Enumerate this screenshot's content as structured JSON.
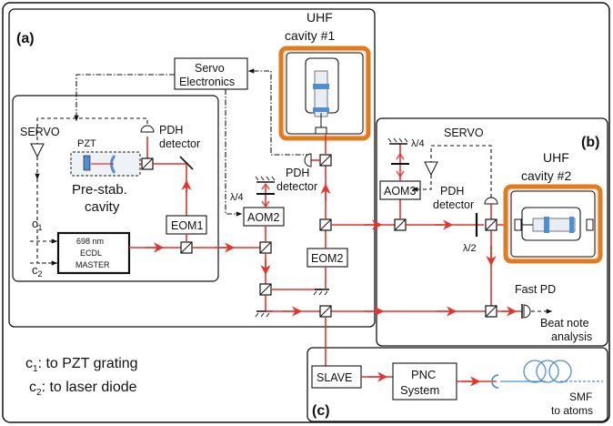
{
  "panels": {
    "a": "(a)",
    "b": "(b)",
    "c": "(c)"
  },
  "uhf1": {
    "line1": "UHF",
    "line2": "cavity #1"
  },
  "uhf2": {
    "line1": "UHF",
    "line2": "cavity #2"
  },
  "servo_electronics": {
    "line1": "Servo",
    "line2": "Electronics"
  },
  "servo_a": "SERVO",
  "servo_b": "SERVO",
  "pzt": "PZT",
  "prestab": {
    "line1": "Pre-stab.",
    "line2": "cavity"
  },
  "pdh_a": {
    "line1": "PDH",
    "line2": "detector"
  },
  "pdh_mid": {
    "line1": "PDH",
    "line2": "detector"
  },
  "pdh_b": {
    "line1": "PDH",
    "line2": "detector"
  },
  "eom1": "EOM1",
  "eom2": "EOM2",
  "aom2": "AOM2",
  "aom3": "AOM3",
  "lambda4_a": "λ/4",
  "lambda4_b": "λ/4",
  "lambda2": "λ/2",
  "c1_label": "c",
  "c1_sub": "1",
  "c2_label": "c",
  "c2_sub": "2",
  "ecdl": {
    "line1": "698 nm",
    "line2": "ECDL",
    "line3": "MASTER"
  },
  "fast_pd": "Fast PD",
  "beat_note": {
    "line1": "Beat note",
    "line2": "analysis"
  },
  "legend": {
    "c1": {
      "prefix": "c",
      "sub": "1",
      "text": ": to PZT grating"
    },
    "c2": {
      "prefix": "c",
      "sub": "2",
      "text": ": to laser diode"
    }
  },
  "slave": "SLAVE",
  "pnc": {
    "line1": "PNC",
    "line2": "System"
  },
  "smf": {
    "line1": "SMF",
    "line2": "to atoms"
  },
  "colors": {
    "beam": "#e8322b",
    "cavity_frame": "#e07b1f",
    "mirror_blue": "#4f8fd1"
  }
}
